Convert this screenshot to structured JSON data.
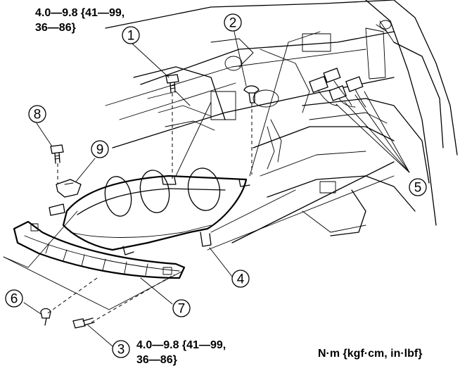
{
  "torque_top": {
    "line1": "4.0—9.8 {41—99,",
    "line2": "36—86}"
  },
  "torque_bottom": {
    "line1": "4.0—9.8 {41—99,",
    "line2": "36—86}"
  },
  "units": "N·m {kgf·cm, in·lbf}",
  "callouts": [
    "1",
    "2",
    "3",
    "4",
    "5",
    "6",
    "7",
    "8",
    "9"
  ]
}
